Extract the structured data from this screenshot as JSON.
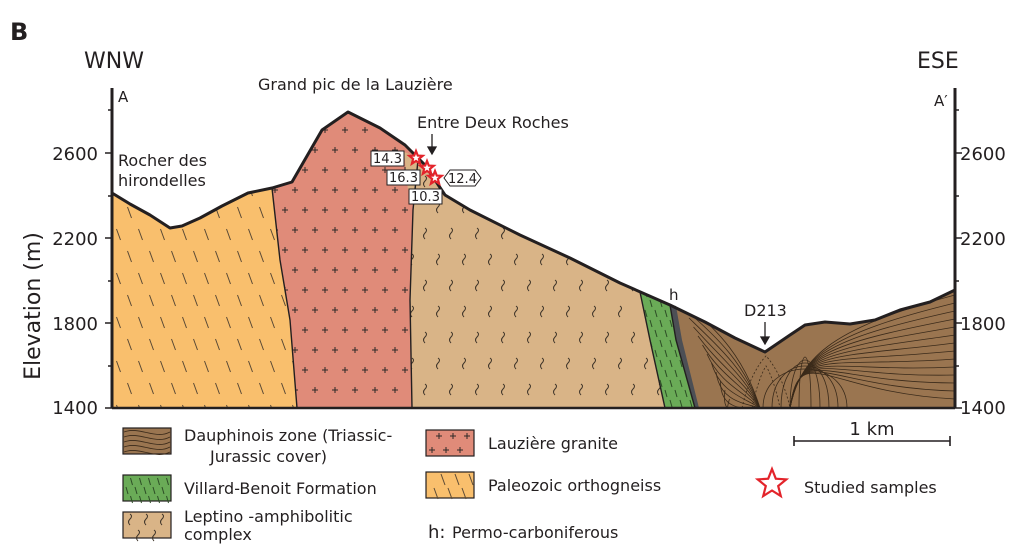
{
  "panel_label": "B",
  "direction_left": "WNW",
  "direction_right": "ESE",
  "point_left": "A",
  "point_right": "A′",
  "y_axis_label": "Elevation (m)",
  "ticks_left": [
    "2600",
    "2200",
    "1800",
    "1400"
  ],
  "ticks_right": [
    "2600",
    "2200",
    "1800",
    "1400"
  ],
  "places": {
    "rocher_line1": "Rocher des",
    "rocher_line2": "hirondelles",
    "grand_pic": "Grand pic de la Lauzière",
    "entre_deux": "Entre Deux Roches",
    "d213": "D213",
    "h_marker": "h"
  },
  "samples": {
    "s1": "14.3",
    "s2": "16.3",
    "s3": "10.3",
    "s4": "12.4"
  },
  "legend": {
    "dauphinois_line1": "Dauphinois zone (Triassic-",
    "dauphinois_line2": "Jurassic cover)",
    "villard": "Villard-Benoit Formation",
    "leptino_line1": "Leptino -amphibolitic",
    "leptino_line2": "complex",
    "lauziere": "Lauzière granite",
    "paleozoic": "Paleozoic orthogneiss",
    "h_prefix": "h:",
    "permo": "Permo-carboniferous",
    "studied": "Studied samples",
    "scale": "1 km"
  },
  "colors": {
    "orthogneiss": "#f9bf6d",
    "granite": "#e08b79",
    "leptino": "#d9b487",
    "villard": "#6aab57",
    "dauphinois": "#9a7550",
    "star": "#e3242b"
  }
}
